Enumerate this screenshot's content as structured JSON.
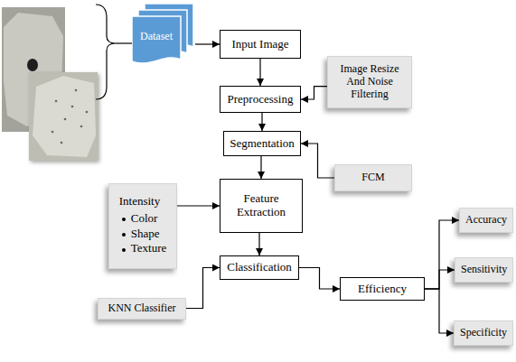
{
  "diagram": {
    "nodes": [
      {
        "text": [
          "Dataset"
        ]
      },
      {
        "text": [
          "Input Image"
        ]
      },
      {
        "text": [
          "Image Resize And Noise Filtering"
        ]
      },
      {
        "text": [
          "Preprocessing"
        ]
      },
      {
        "text": [
          "Segmentation"
        ]
      },
      {
        "text": [
          "FCM"
        ]
      },
      {
        "text": [
          "Intensity",
          "Color",
          "Shape",
          "Texture"
        ]
      },
      {
        "text": [
          "Feature Extraction"
        ]
      },
      {
        "text": [
          "Classification"
        ]
      },
      {
        "text": [
          "KNN Classifier"
        ]
      },
      {
        "text": [
          "Efficiency"
        ]
      },
      {
        "text": [
          "Accuracy"
        ]
      },
      {
        "text": [
          "Sensitivity"
        ]
      },
      {
        "text": [
          "Specificity"
        ]
      }
    ],
    "edges": [
      {
        "from": 0,
        "to": 1,
        "arrow": "to"
      },
      {
        "from": 1,
        "to": 3,
        "arrow": "to"
      },
      {
        "from": 2,
        "to": 3,
        "arrow": "to"
      },
      {
        "from": 3,
        "to": 4,
        "arrow": "to"
      },
      {
        "from": 5,
        "to": 4,
        "arrow": "to"
      },
      {
        "from": 4,
        "to": 7,
        "arrow": "to"
      },
      {
        "from": 6,
        "to": 7,
        "arrow": "to"
      },
      {
        "from": 7,
        "to": 8,
        "arrow": "to"
      },
      {
        "from": 9,
        "to": 8,
        "arrow": "to"
      },
      {
        "from": 8,
        "to": 10,
        "arrow": "to"
      },
      {
        "from": 10,
        "to": 11,
        "arrow": "to"
      },
      {
        "from": 10,
        "to": 12,
        "arrow": "to"
      },
      {
        "from": 10,
        "to": 13,
        "arrow": "to"
      }
    ]
  }
}
